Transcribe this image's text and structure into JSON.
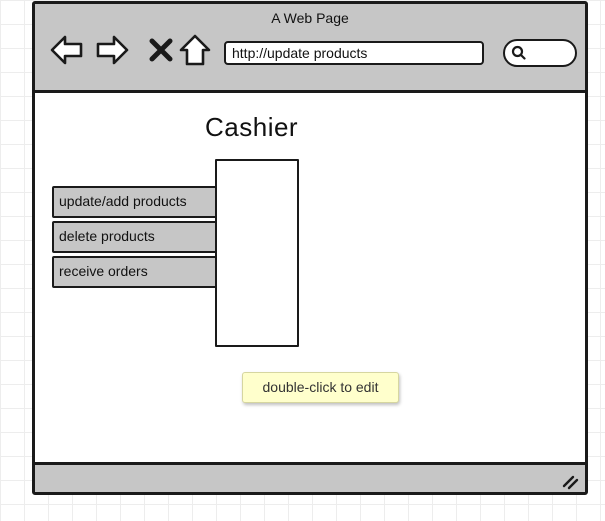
{
  "window": {
    "title": "A Web Page",
    "address": "http://update products",
    "search_placeholder": ""
  },
  "toolbar": {
    "icons": [
      "back-arrow-icon",
      "forward-arrow-icon",
      "close-x-icon",
      "home-icon",
      "search-icon"
    ]
  },
  "page": {
    "heading": "Cashier",
    "menu": [
      {
        "label": "update/add products"
      },
      {
        "label": "delete products"
      },
      {
        "label": "receive orders"
      }
    ]
  },
  "tooltip": {
    "text": "double-click to edit"
  },
  "statusbar": {
    "icon": "resize-grip-icon"
  },
  "colors": {
    "chrome": "#c6c6c6",
    "stroke": "#1a1a1a",
    "tooltip_bg": "#ffffcc",
    "grid": "#ededed"
  }
}
